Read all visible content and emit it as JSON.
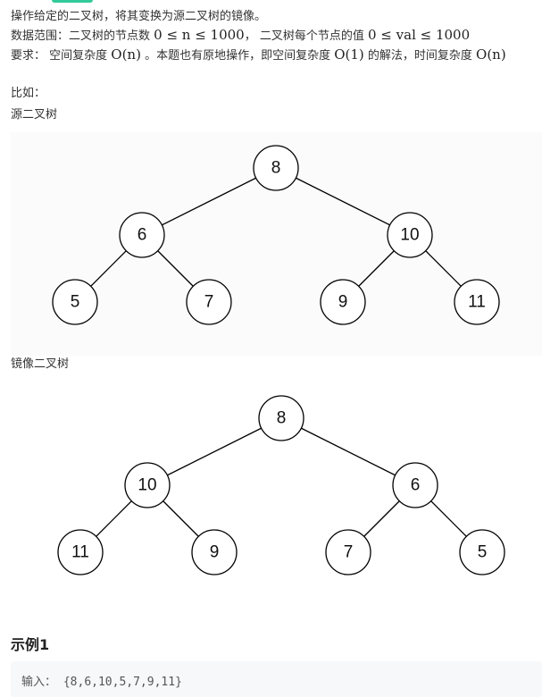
{
  "description": {
    "line1": "操作给定的二叉树，将其变换为源二叉树的镜像。",
    "line2_prefix": "数据范围：二叉树的节点数 ",
    "line2_math1": "0 ≤ n ≤ 1000",
    "line2_mid": "， 二叉树每个节点的值 ",
    "line2_math2": "0 ≤ val ≤ 1000",
    "line3_prefix": "要求： 空间复杂度 ",
    "line3_math1": "O(n)",
    "line3_mid": " 。本题也有原地操作，即空间复杂度 ",
    "line3_math2": "O(1)",
    "line3_mid2": " 的解法，时间复杂度 ",
    "line3_math3": "O(n)"
  },
  "example_intro": "比如：",
  "source_label": "源二叉树",
  "mirror_label": "镜像二叉树",
  "source_tree": {
    "root": "8",
    "level2": [
      "6",
      "10"
    ],
    "level3": [
      "5",
      "7",
      "9",
      "11"
    ]
  },
  "mirror_tree": {
    "root": "8",
    "level2": [
      "10",
      "6"
    ],
    "level3": [
      "11",
      "9",
      "7",
      "5"
    ]
  },
  "example": {
    "title": "示例1",
    "input_label": "输入：",
    "input_value": "{8,6,10,5,7,9,11}"
  },
  "colors": {
    "accent": "#32ca99",
    "text": "#333333",
    "node_stroke": "#000000"
  }
}
